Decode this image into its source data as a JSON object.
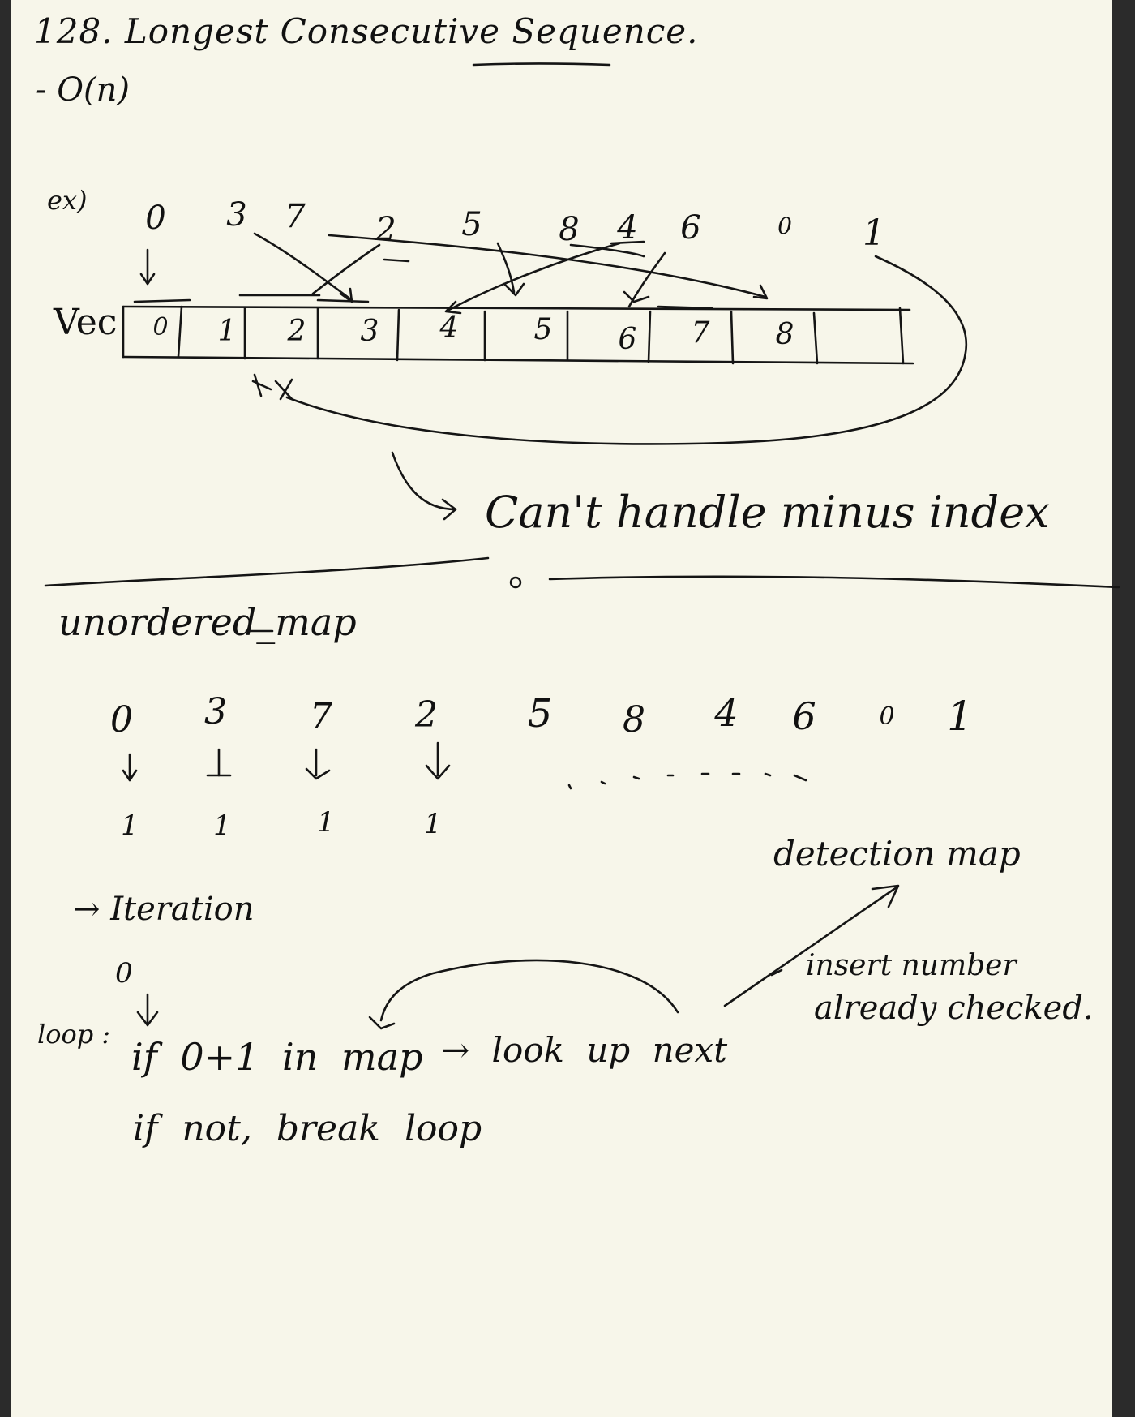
{
  "title": "128. Longest Consecutive Sequence.",
  "complexity": "- O(n)",
  "example_label": "ex)",
  "example_values": [
    "0",
    "3",
    "7",
    "2",
    "5",
    "8",
    "4",
    "6",
    "0",
    "1"
  ],
  "vec_label": "Vec",
  "vec_cells": [
    "0",
    "1",
    "2",
    "3",
    "4",
    "5",
    "6",
    "7",
    "8",
    ""
  ],
  "minus_note": "Can't handle minus index",
  "section_title": "unordered_map",
  "map_values": [
    "0",
    "3",
    "7",
    "2",
    "5",
    "8",
    "4",
    "6",
    "0",
    "1"
  ],
  "map_marks": [
    "1",
    "1",
    "1",
    "1"
  ],
  "iteration_label": "→ Iteration",
  "iteration_start": "0",
  "loop_label": "loop :",
  "loop_line1_if": "if 0+1 in map",
  "loop_line1_next": "→ look up next",
  "loop_line2": "if not, break loop",
  "detection_label": "detection map",
  "insert_note_line1": "insert number",
  "insert_note_line2": "already checked."
}
